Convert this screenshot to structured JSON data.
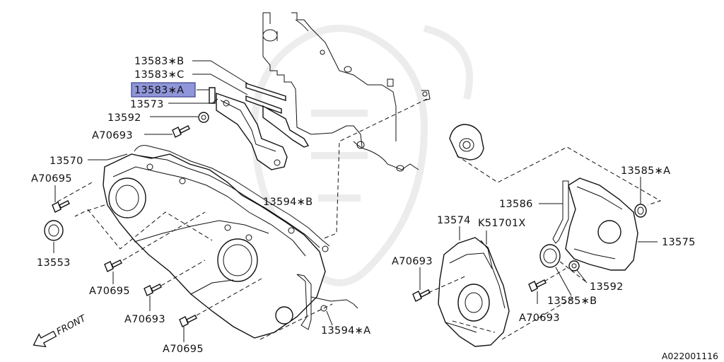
{
  "labels": {
    "l13583B": "13583∗B",
    "l13583C": "13583∗C",
    "l13583A": "13583∗A",
    "l13573": "13573",
    "l13592a": "13592",
    "lA70693a": "A70693",
    "l13570": "13570",
    "lA70695a": "A70695",
    "l13553": "13553",
    "lA70695b": "A70695",
    "lA70693b": "A70693",
    "lA70695c": "A70695",
    "l13594B": "13594∗B",
    "l13594A": "13594∗A",
    "l13574": "13574",
    "lK51701X": "K51701X",
    "lA70693c": "A70693",
    "l13586": "13586",
    "l13585A": "13585∗A",
    "l13575": "13575",
    "l13592b": "13592",
    "l13585B": "13585∗B",
    "lA70693d": "A70693"
  },
  "front_label": "FRONT",
  "diagram_code": "A022001116",
  "colors": {
    "highlight": "#8f96d9",
    "line": "#111111"
  }
}
